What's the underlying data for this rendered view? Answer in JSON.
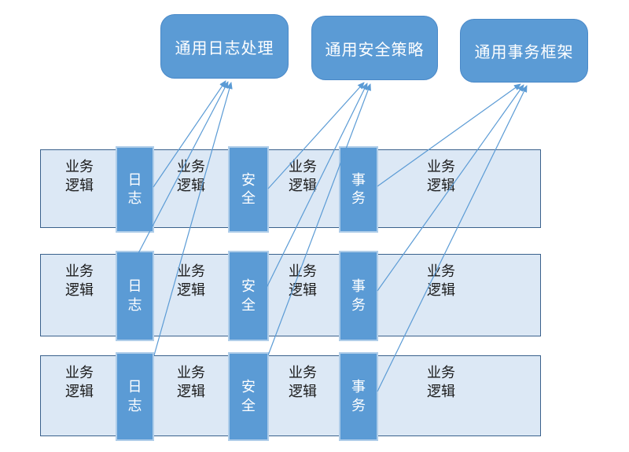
{
  "frameworks": [
    {
      "id": "log-framework",
      "label": "通用日志处理"
    },
    {
      "id": "security-framework",
      "label": "通用安全策略"
    },
    {
      "id": "transaction-framework",
      "label": "通用事务框架"
    }
  ],
  "layers": [
    {
      "name": "layer-1",
      "segments": [
        "业务逻辑",
        "日志",
        "业务逻辑",
        "安全",
        "业务逻辑",
        "事务",
        "业务逻辑"
      ]
    },
    {
      "name": "layer-2",
      "segments": [
        "业务逻辑",
        "日志",
        "业务逻辑",
        "安全",
        "业务逻辑",
        "事务",
        "业务逻辑"
      ]
    },
    {
      "name": "layer-3",
      "segments": [
        "业务逻辑",
        "日志",
        "业务逻辑",
        "安全",
        "业务逻辑",
        "事务",
        "业务逻辑"
      ]
    }
  ],
  "connections": [
    {
      "from": "日志 (layer-1)",
      "to": "通用日志处理"
    },
    {
      "from": "日志 (layer-2)",
      "to": "通用日志处理"
    },
    {
      "from": "日志 (layer-3)",
      "to": "通用日志处理"
    },
    {
      "from": "安全 (layer-1)",
      "to": "通用安全策略"
    },
    {
      "from": "安全 (layer-2)",
      "to": "通用安全策略"
    },
    {
      "from": "安全 (layer-3)",
      "to": "通用安全策略"
    },
    {
      "from": "事务 (layer-1)",
      "to": "通用事务框架"
    },
    {
      "from": "事务 (layer-2)",
      "to": "通用事务框架"
    },
    {
      "from": "事务 (layer-3)",
      "to": "通用事务框架"
    }
  ],
  "colors": {
    "accent": "#5B9BD5",
    "framework_border": "#4A89C8",
    "bar_fill": "#DCE8F5",
    "bar_border": "#3A618C",
    "segment_border": "#AFCDE9",
    "arrow": "#5B9BD5",
    "text_dark": "#1A1A1A",
    "text_light": "#FFFFFF"
  }
}
